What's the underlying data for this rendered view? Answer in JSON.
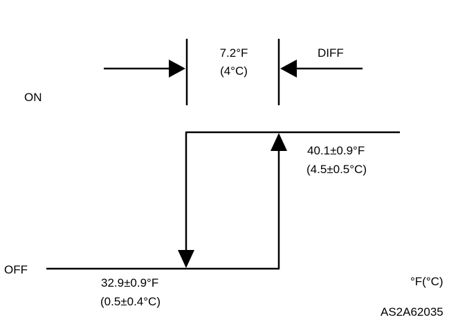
{
  "diagram": {
    "state_on_label": "ON",
    "state_off_label": "OFF",
    "diff_label": "DIFF",
    "differential": {
      "fahrenheit": "7.2°F",
      "celsius": "(4°C)"
    },
    "on_threshold": {
      "fahrenheit": "40.1±0.9°F",
      "celsius": "(4.5±0.5°C)"
    },
    "off_threshold": {
      "fahrenheit": "32.9±0.9°F",
      "celsius": "(0.5±0.4°C)"
    },
    "unit_label": "°F(°C)",
    "figure_code": "AS2A62035"
  }
}
